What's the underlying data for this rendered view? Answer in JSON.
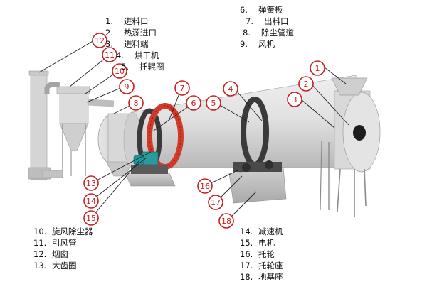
{
  "legend_top_left": [
    {
      "num": "1",
      "name": "进料口"
    },
    {
      "num": "2",
      "name": "热源进口"
    },
    {
      "num": "3",
      "name": "进料端"
    },
    {
      "num": "4",
      "name": "烘干机"
    },
    {
      "num": "5",
      "name": "托辊圈"
    }
  ],
  "legend_top_right": [
    {
      "num": "6",
      "name": "弹簧板"
    },
    {
      "num": "7",
      "name": "出料口"
    },
    {
      "num": "8",
      "name": "除尘管道"
    },
    {
      "num": "9",
      "name": "风机"
    }
  ],
  "legend_bottom_left": [
    {
      "num": "10",
      "name": "旋风除尘器"
    },
    {
      "num": "11",
      "name": "引风管"
    },
    {
      "num": "12",
      "name": "烟囱"
    },
    {
      "num": "13",
      "name": "大齿圈"
    }
  ],
  "legend_bottom_right": [
    {
      "num": "14",
      "name": "减速机"
    },
    {
      "num": "15",
      "name": "电机"
    },
    {
      "num": "16",
      "name": "托轮"
    },
    {
      "num": "17",
      "name": "托轮座"
    },
    {
      "num": "18",
      "name": "地基座"
    }
  ],
  "callouts": [
    "1",
    "2",
    "3",
    "4",
    "5",
    "6",
    "7",
    "8",
    "9",
    "10",
    "11",
    "12",
    "13",
    "14",
    "15",
    "16",
    "17",
    "18"
  ],
  "colors": {
    "callout_red": "#c81e1e",
    "drum_gray": "#d6d6d6",
    "ring_dark": "#3a3a3a",
    "gear_red": "#d23a2a",
    "motor_teal": "#1a9aa0",
    "foundation": "#b8b8b8"
  }
}
